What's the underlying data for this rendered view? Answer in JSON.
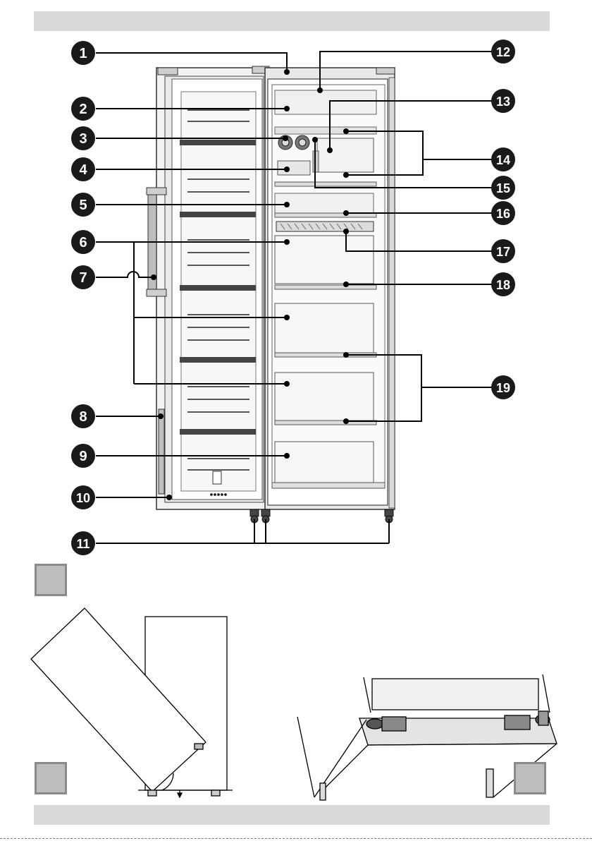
{
  "callouts": {
    "left": [
      "1",
      "2",
      "3",
      "4",
      "5",
      "6",
      "7",
      "8",
      "9",
      "10",
      "11"
    ],
    "right": [
      "12",
      "13",
      "14",
      "15",
      "16",
      "17",
      "18",
      "19"
    ]
  },
  "figure_markers": {
    "fig2_box": "",
    "fig3_box": "",
    "fig4_box": ""
  },
  "colors": {
    "callout_fill": "#1a1a1a",
    "callout_text": "#ffffff",
    "line": "#000000",
    "band": "#d9d9d9",
    "marker_fill": "#bdbdbd",
    "marker_border": "#8a8a8a"
  },
  "icons": [
    "callout-circle",
    "leveling-foot",
    "door-hinge",
    "door-handle"
  ]
}
